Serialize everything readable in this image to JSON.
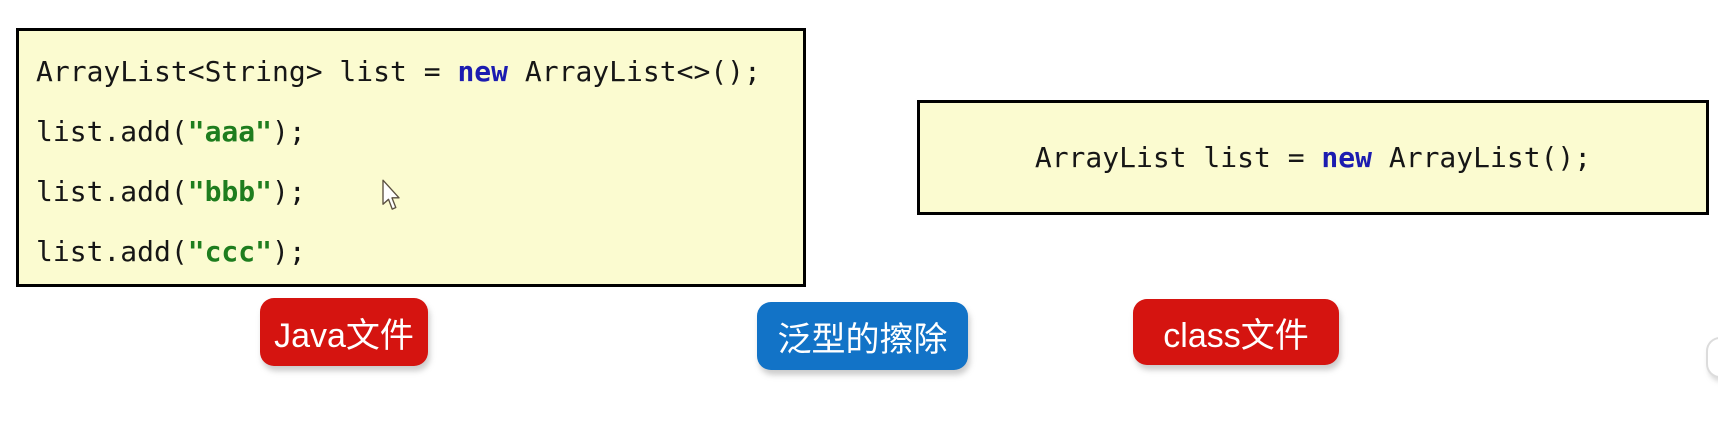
{
  "left_code_box": {
    "line1": {
      "pre": "ArrayList<String> list = ",
      "keyword": "new",
      "post": " ArrayList<>();"
    },
    "line2": {
      "pre": "list.add(",
      "string": "\"aaa\"",
      "post": ");"
    },
    "line3": {
      "pre": "list.add(",
      "string": "\"bbb\"",
      "post": ");"
    },
    "line4": {
      "pre": "list.add(",
      "string": "\"ccc\"",
      "post": ");"
    }
  },
  "right_code_box": {
    "line1": {
      "pre": "ArrayList list = ",
      "keyword": "new",
      "post": " ArrayList();"
    }
  },
  "badges": {
    "java_file": {
      "label": "Java文件",
      "bg": "#d51410"
    },
    "generic_erasure": {
      "label": "泛型的擦除",
      "bg": "#1273c7"
    },
    "class_file": {
      "label": "class文件",
      "bg": "#d51410"
    }
  },
  "colors": {
    "box_fill": "#fbfbd0",
    "box_border": "#000000",
    "code_text": "#161616",
    "keyword_blue": "#1c1cb0",
    "string_green": "#1e7d1e",
    "badge_text": "#ffffff",
    "badge_red": "#d51410",
    "badge_blue": "#1273c7"
  }
}
